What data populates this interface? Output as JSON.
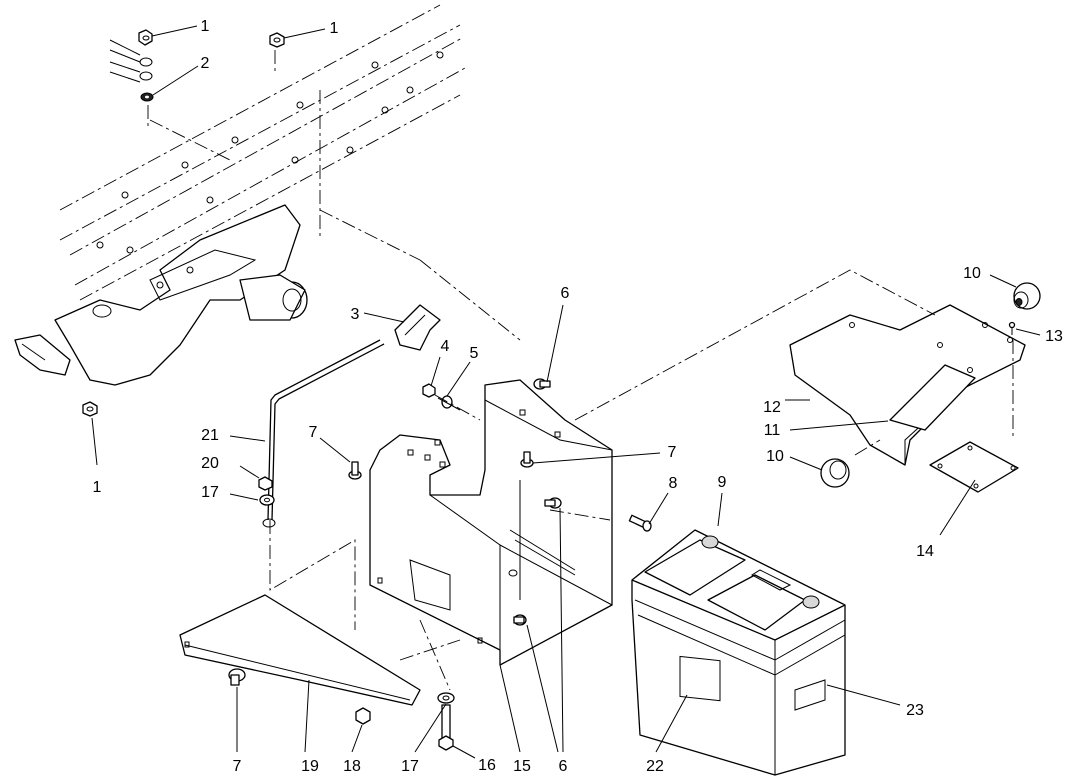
{
  "diagram": {
    "callouts": [
      {
        "id": "c1a",
        "text": "1"
      },
      {
        "id": "c1b",
        "text": "1"
      },
      {
        "id": "c2",
        "text": "2"
      },
      {
        "id": "c1c",
        "text": "1"
      },
      {
        "id": "c3",
        "text": "3"
      },
      {
        "id": "c4",
        "text": "4"
      },
      {
        "id": "c5",
        "text": "5"
      },
      {
        "id": "c6a",
        "text": "6"
      },
      {
        "id": "c7a",
        "text": "7"
      },
      {
        "id": "c7b",
        "text": "7"
      },
      {
        "id": "c8",
        "text": "8"
      },
      {
        "id": "c9",
        "text": "9"
      },
      {
        "id": "c10a",
        "text": "10"
      },
      {
        "id": "c13",
        "text": "13"
      },
      {
        "id": "c12",
        "text": "12"
      },
      {
        "id": "c11",
        "text": "11"
      },
      {
        "id": "c10b",
        "text": "10"
      },
      {
        "id": "c14",
        "text": "14"
      },
      {
        "id": "c21",
        "text": "21"
      },
      {
        "id": "c20",
        "text": "20"
      },
      {
        "id": "c17a",
        "text": "17"
      },
      {
        "id": "c7c",
        "text": "7"
      },
      {
        "id": "c19",
        "text": "19"
      },
      {
        "id": "c18",
        "text": "18"
      },
      {
        "id": "c17b",
        "text": "17"
      },
      {
        "id": "c16",
        "text": "16"
      },
      {
        "id": "c15",
        "text": "15"
      },
      {
        "id": "c6b",
        "text": "6"
      },
      {
        "id": "c22",
        "text": "22"
      },
      {
        "id": "c23",
        "text": "23"
      }
    ]
  }
}
